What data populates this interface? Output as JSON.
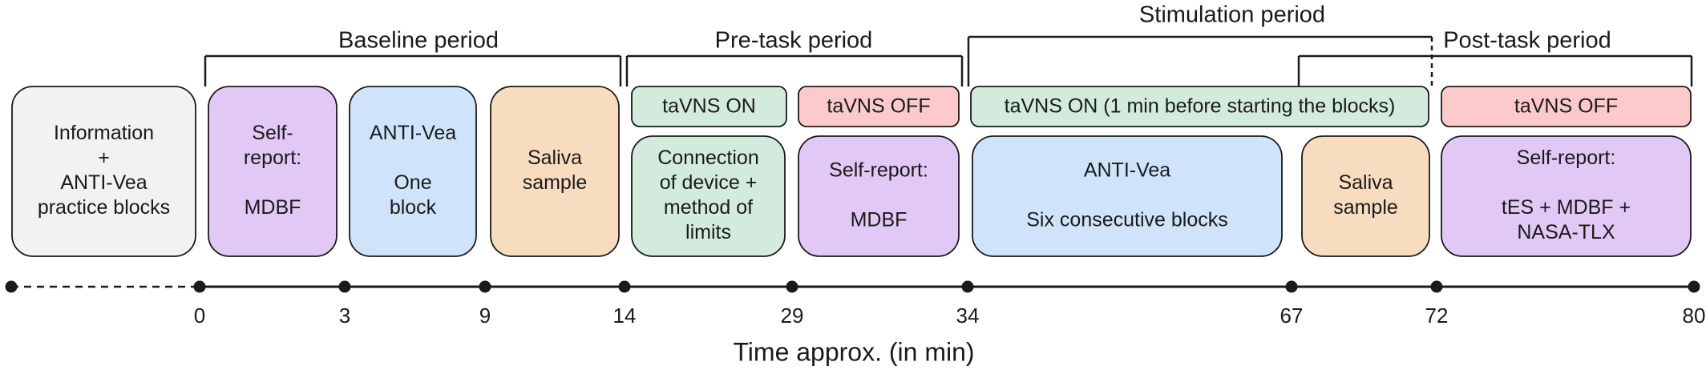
{
  "colors": {
    "gray": "#f2f2f2",
    "purple": "#e1c8f5",
    "blue": "#cfe4fb",
    "peach": "#f8dcc0",
    "green": "#d2ebdd",
    "red": "#fdcacb",
    "line": "#1a1a1a"
  },
  "periods": [
    {
      "id": "baseline",
      "label": "Baseline period"
    },
    {
      "id": "pretask",
      "label": "Pre-task period"
    },
    {
      "id": "stimulation",
      "label": "Stimulation period"
    },
    {
      "id": "posttask",
      "label": "Post-task period"
    }
  ],
  "stim_bars": [
    {
      "id": "tavns-on-1",
      "label": "taVNS ON",
      "color": "green"
    },
    {
      "id": "tavns-off-1",
      "label": "taVNS OFF",
      "color": "red"
    },
    {
      "id": "tavns-on-2",
      "label": "taVNS ON (1 min before starting the blocks)",
      "color": "green"
    },
    {
      "id": "tavns-off-2",
      "label": "taVNS OFF",
      "color": "red"
    }
  ],
  "boxes": [
    {
      "id": "information",
      "lines": [
        "Information",
        "+",
        "ANTI-Vea",
        "practice blocks"
      ],
      "color": "gray"
    },
    {
      "id": "self-report-1",
      "lines": [
        "Self-",
        "report:",
        "",
        "MDBF"
      ],
      "color": "purple"
    },
    {
      "id": "anti-vea-1",
      "lines": [
        "ANTI-Vea",
        "",
        "One",
        "block"
      ],
      "color": "blue"
    },
    {
      "id": "saliva-1",
      "lines": [
        "Saliva",
        "sample"
      ],
      "color": "peach"
    },
    {
      "id": "connection",
      "lines": [
        "Connection",
        "of device +",
        "method of",
        "limits"
      ],
      "color": "green"
    },
    {
      "id": "self-report-2",
      "lines": [
        "Self-report:",
        "",
        "MDBF"
      ],
      "color": "purple"
    },
    {
      "id": "anti-vea-2",
      "lines": [
        "ANTI-Vea",
        "",
        "Six consecutive blocks"
      ],
      "color": "blue"
    },
    {
      "id": "saliva-2",
      "lines": [
        "Saliva",
        "sample"
      ],
      "color": "peach"
    },
    {
      "id": "self-report-3",
      "lines": [
        "Self-report:",
        "",
        "tES + MDBF +",
        "NASA-TLX"
      ],
      "color": "purple"
    }
  ],
  "timeline": {
    "ticks": [
      "0",
      "3",
      "9",
      "14",
      "29",
      "34",
      "67",
      "72",
      "80"
    ],
    "axis_label": "Time approx. (in min)"
  }
}
